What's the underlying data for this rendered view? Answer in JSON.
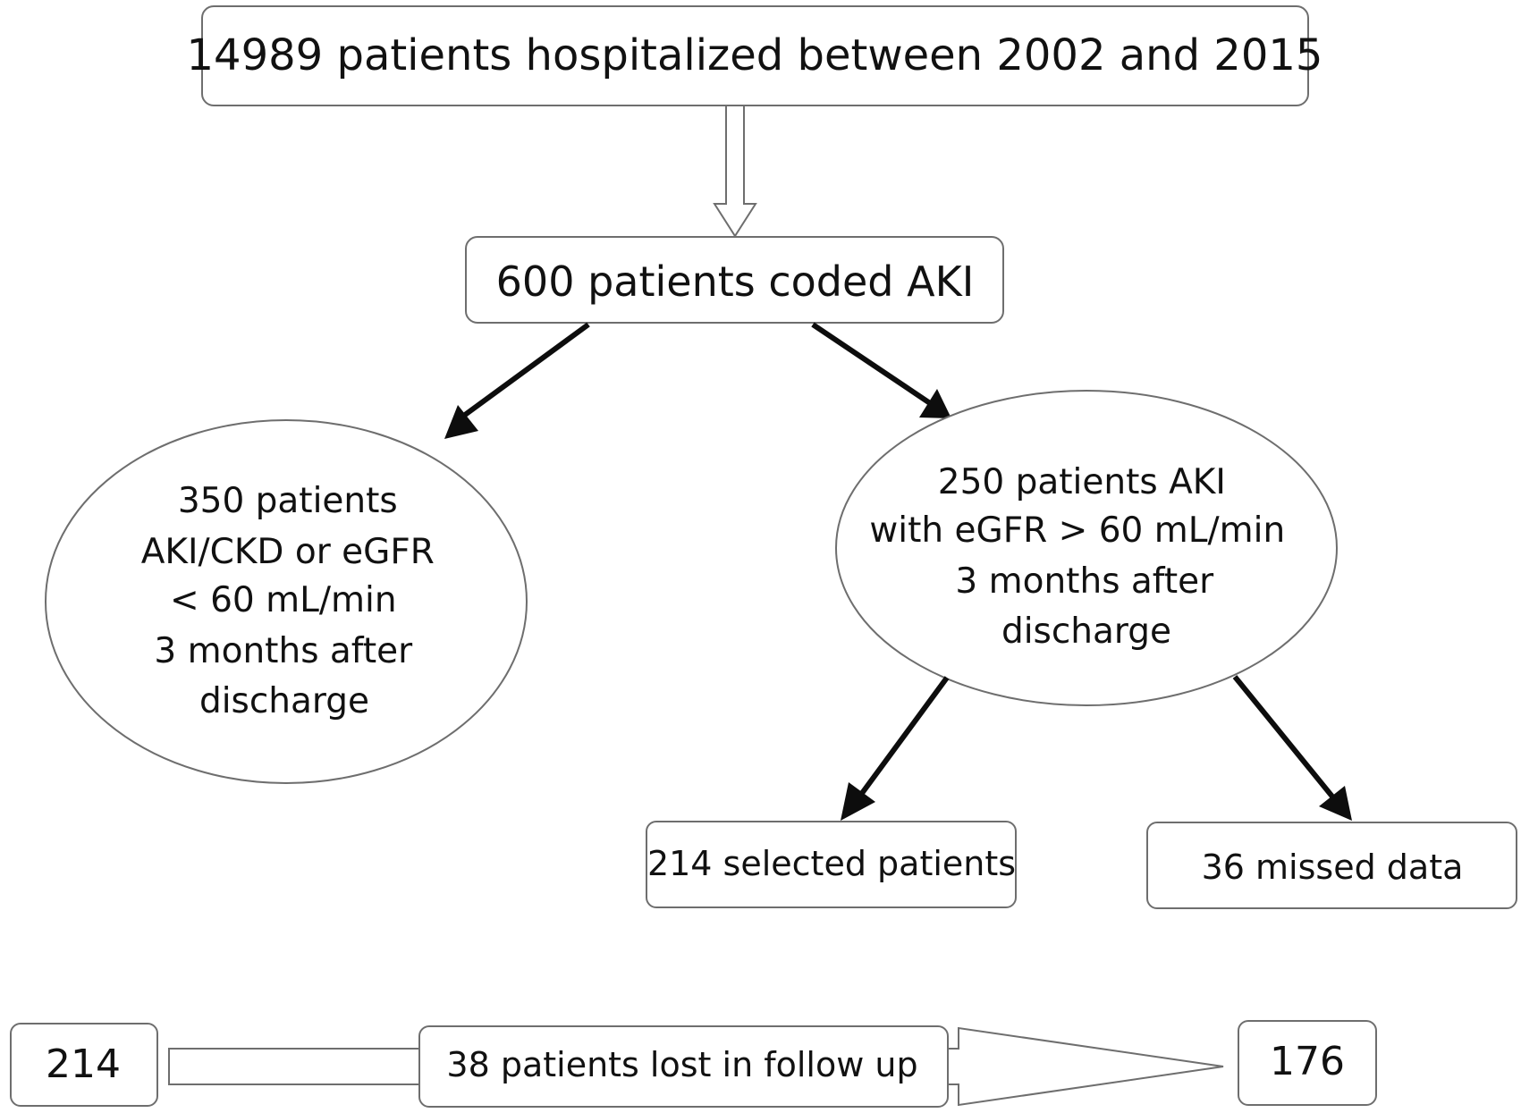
{
  "nodes": {
    "hospitalized": {
      "lines": [
        "14989 patients hospitalized between 2002 and 2015"
      ]
    },
    "coded_aki": {
      "lines": [
        "600 patients coded AKI"
      ]
    },
    "aki_ckd": {
      "lines": [
        "350 patients",
        "AKI/CKD or eGFR",
        "< 60 mL/min",
        "3 months after",
        "discharge"
      ]
    },
    "aki_egfr": {
      "lines": [
        "250 patients AKI",
        "with eGFR > 60 mL/min",
        "3 months after",
        "discharge"
      ]
    },
    "selected": {
      "lines": [
        "214 selected patients"
      ]
    },
    "missed": {
      "lines": [
        "36 missed data"
      ]
    },
    "followup_start": {
      "lines": [
        "214"
      ]
    },
    "lost_followup": {
      "lines": [
        "38 patients lost in follow up"
      ]
    },
    "followup_end": {
      "lines": [
        "176"
      ]
    }
  }
}
